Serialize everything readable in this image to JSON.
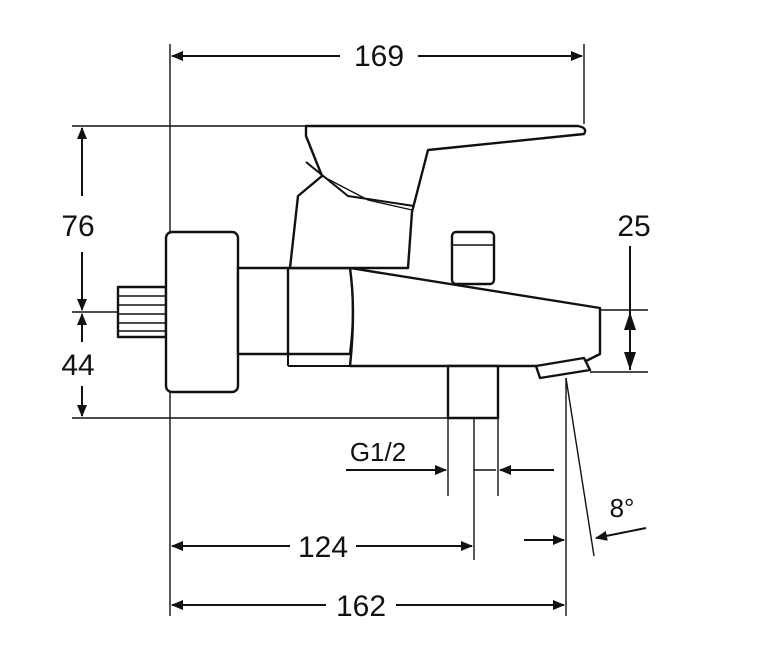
{
  "dimensions": {
    "overall_width": "169",
    "body_height_upper": "76",
    "body_height_lower": "44",
    "spout_height": "25",
    "thread": "G1/2",
    "outlet_distance": "124",
    "spout_reach": "162",
    "spout_angle": "8°"
  },
  "colors": {
    "line": "#111111",
    "background": "#ffffff"
  }
}
